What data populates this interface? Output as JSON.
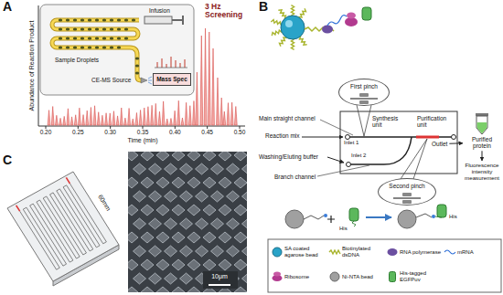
{
  "diagram": {
    "nodes": [
      {
        "text": [
          "Mass Spec"
        ]
      },
      {
        "text": [
          "First pinch"
        ]
      },
      {
        "text": [
          "Second pinch"
        ]
      },
      {
        "text": [
          "Outlet"
        ]
      },
      {
        "text": [
          "Purified protein"
        ]
      },
      {
        "text": [
          "Fluorescence intensity measurement"
        ]
      }
    ],
    "edges": [
      {
        "from": 3,
        "to": 4,
        "arrow": "to"
      },
      {
        "from": 4,
        "to": 5,
        "arrow": "to"
      }
    ],
    "labels": [
      "A",
      "3 Hz Screening",
      "Infusion",
      "Sample Droplets",
      "CE-MS Source",
      "Abundance of Reaction Product",
      "0.20",
      "0.25",
      "0.30",
      "0.35",
      "0.40",
      "0.45",
      "0.50",
      "Time (min)",
      "B",
      "Main straight channel",
      "Reaction mix",
      "Inlet 1",
      "Synthesis unit",
      "Purification unit",
      "Washing/Eluting buffer",
      "Inlet 2",
      "Branch channel",
      "His",
      "His",
      "C",
      "60mm",
      "10μm"
    ],
    "legend": [
      {
        "text": "SA coated agarose bead"
      },
      {
        "text": "Biotinylated dsDNA"
      },
      {
        "text": "RNA polymerase"
      },
      {
        "text": "mRNA"
      },
      {
        "text": "Ribosome"
      },
      {
        "text": "Ni-NTA bead"
      },
      {
        "text": "His-tagged EGFPuv"
      }
    ]
  }
}
